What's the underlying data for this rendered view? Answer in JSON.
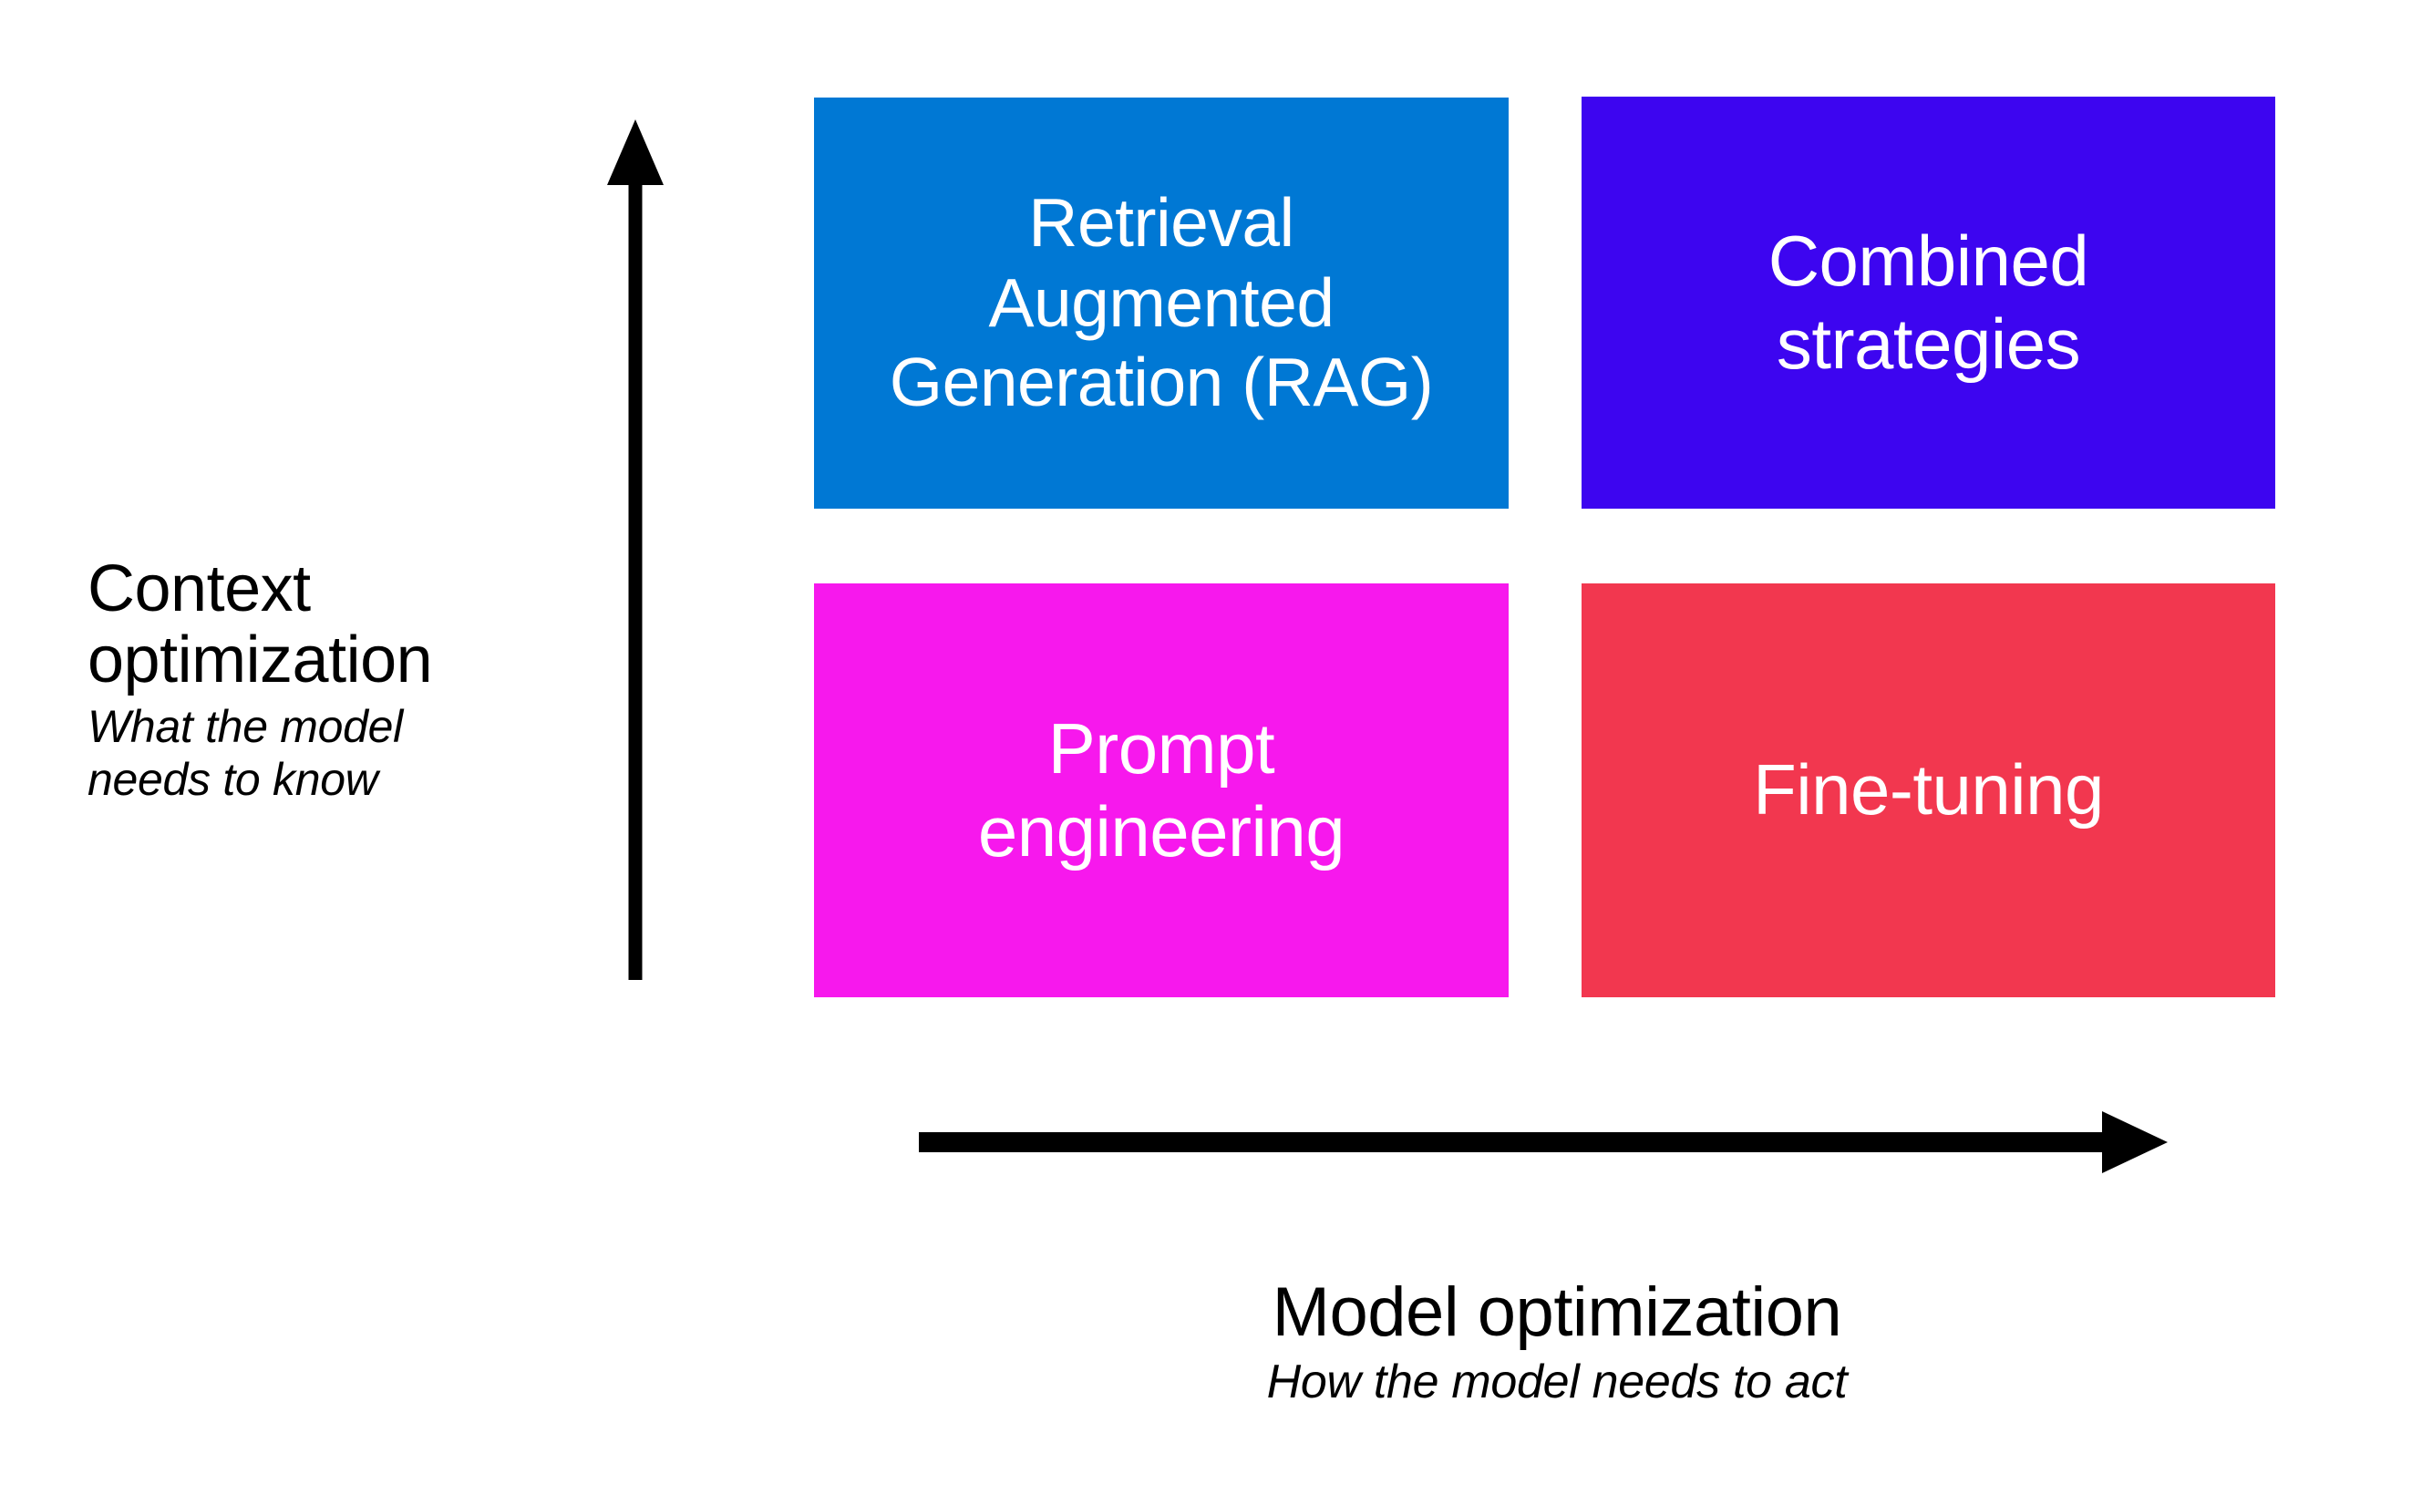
{
  "diagram": {
    "type": "2x2-quadrant-matrix",
    "background_color": "#ffffff",
    "quadrants": [
      {
        "id": "retrieval-augmented-generation",
        "label": "Retrieval\nAugmented\nGeneration (RAG)",
        "color": "#0078d4",
        "text_color": "#ffffff",
        "position": "top-left"
      },
      {
        "id": "combined-strategies",
        "label": "Combined\nstrategies",
        "color": "#3d05f0",
        "text_color": "#ffffff",
        "position": "top-right"
      },
      {
        "id": "prompt-engineering",
        "label": "Prompt\nengineering",
        "color": "#f718ed",
        "text_color": "#ffffff",
        "position": "bottom-left"
      },
      {
        "id": "fine-tuning",
        "label": "Fine-tuning",
        "color": "#f2374f",
        "text_color": "#ffffff",
        "position": "bottom-right"
      }
    ],
    "y_axis": {
      "title": "Context\noptimization",
      "subtitle": "What the model\nneeds to know",
      "arrow_direction": "up",
      "arrow_color": "#000000"
    },
    "x_axis": {
      "title": "Model optimization",
      "subtitle": "How the model needs to act",
      "arrow_direction": "right",
      "arrow_color": "#000000"
    }
  }
}
